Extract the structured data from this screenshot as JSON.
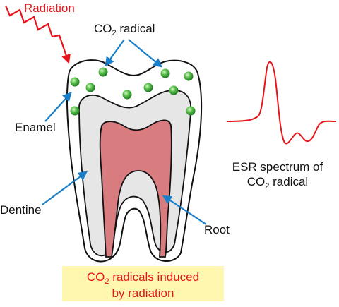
{
  "labels": {
    "radiation": "Radiation",
    "co2_radical_prefix": "CO",
    "co2_radical_sub": "2",
    "co2_radical_suffix": " radical",
    "enamel": "Enamel",
    "dentine": "Dentine",
    "root": "Root",
    "esr_line1": "ESR spectrum of",
    "esr_line2_prefix": "CO",
    "esr_line2_sub": "2",
    "esr_line2_suffix": " radical",
    "caption_line1_prefix": "CO",
    "caption_line1_sub": "2",
    "caption_line1_suffix": " radicals induced",
    "caption_line2": "by radiation"
  },
  "colors": {
    "radiation": "#e8141b",
    "arrow": "#1a7fc8",
    "pulp": "#d87c80",
    "dentine": "#e6e6e6",
    "radical": "#46b03d",
    "caption_bg": "#fff7b0",
    "spectrum": "#e8141b"
  },
  "radical_count": 10
}
